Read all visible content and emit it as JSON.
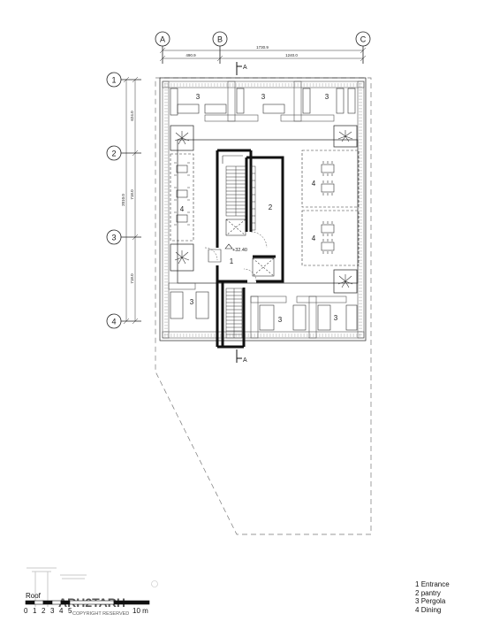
{
  "grid": {
    "columns": [
      "A",
      "B",
      "C"
    ],
    "rows": [
      "1",
      "2",
      "3",
      "4"
    ]
  },
  "dimensions": {
    "top_total": "1730.9",
    "top_a_b": "490.9",
    "top_b_c": "1240.0",
    "left_total": "2010.0",
    "left_1_2": "624.0",
    "left_2_3": "718.0",
    "left_3_4": "718.0"
  },
  "section_marker": "A",
  "level_mark": "+32.40",
  "room_numbers": [
    "1",
    "2",
    "3",
    "4"
  ],
  "legend": [
    {
      "num": "1",
      "label": "Entrance"
    },
    {
      "num": "2",
      "label": "pantry"
    },
    {
      "num": "3",
      "label": "Pergola"
    },
    {
      "num": "4",
      "label": "Dining"
    }
  ],
  "caption": "Roof",
  "scale_bar": {
    "ticks": [
      "0",
      "1",
      "2",
      "3",
      "4",
      "5"
    ],
    "end_label": "10 m"
  },
  "watermark": {
    "name": "ARH2TARH",
    "sub": "COPYRIGHT RESERVED"
  },
  "colors": {
    "line": "#222222",
    "hatch": "#555555",
    "dash": "#777777"
  }
}
